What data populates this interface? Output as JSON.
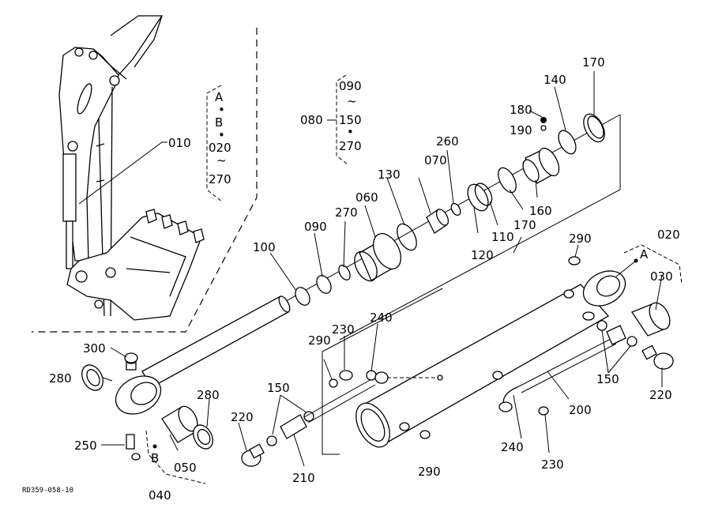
{
  "diagram": {
    "title": "Arm cylinder parts exploded view",
    "drawing_code": "RD359-058-10",
    "group_brackets": [
      {
        "id": "group-a-b",
        "lines": [
          "A",
          "•",
          "B",
          "•",
          "020",
          "~",
          "270"
        ]
      },
      {
        "id": "group-080",
        "ref": "080",
        "lines": [
          "090",
          "~",
          "150",
          "•",
          "270"
        ]
      }
    ],
    "part_labels": [
      {
        "id": "010",
        "text": "010"
      },
      {
        "id": "020",
        "text": "020"
      },
      {
        "id": "030",
        "text": "030"
      },
      {
        "id": "040",
        "text": "040"
      },
      {
        "id": "050",
        "text": "050"
      },
      {
        "id": "060",
        "text": "060"
      },
      {
        "id": "070",
        "text": "070"
      },
      {
        "id": "090",
        "text": "090"
      },
      {
        "id": "100",
        "text": "100"
      },
      {
        "id": "110",
        "text": "110"
      },
      {
        "id": "120",
        "text": "120"
      },
      {
        "id": "130",
        "text": "130"
      },
      {
        "id": "140",
        "text": "140"
      },
      {
        "id": "150a",
        "text": "150"
      },
      {
        "id": "150b",
        "text": "150"
      },
      {
        "id": "160",
        "text": "160"
      },
      {
        "id": "170a",
        "text": "170"
      },
      {
        "id": "170b",
        "text": "170"
      },
      {
        "id": "180",
        "text": "180"
      },
      {
        "id": "190",
        "text": "190"
      },
      {
        "id": "200",
        "text": "200"
      },
      {
        "id": "210",
        "text": "210"
      },
      {
        "id": "220a",
        "text": "220"
      },
      {
        "id": "220b",
        "text": "220"
      },
      {
        "id": "230a",
        "text": "230"
      },
      {
        "id": "230b",
        "text": "230"
      },
      {
        "id": "240a",
        "text": "240"
      },
      {
        "id": "240b",
        "text": "240"
      },
      {
        "id": "250",
        "text": "250"
      },
      {
        "id": "260",
        "text": "260"
      },
      {
        "id": "270",
        "text": "270"
      },
      {
        "id": "280a",
        "text": "280"
      },
      {
        "id": "280b",
        "text": "280"
      },
      {
        "id": "290a",
        "text": "290"
      },
      {
        "id": "290b",
        "text": "290"
      },
      {
        "id": "290c",
        "text": "290"
      },
      {
        "id": "300",
        "text": "300"
      }
    ],
    "point_markers": [
      {
        "id": "A",
        "text": "A"
      },
      {
        "id": "B",
        "text": "B"
      }
    ]
  }
}
